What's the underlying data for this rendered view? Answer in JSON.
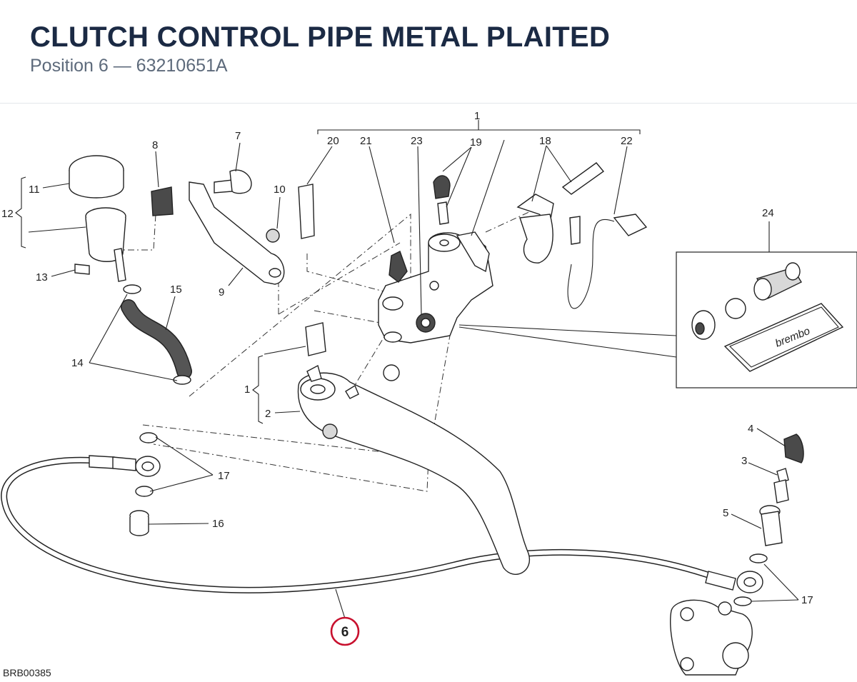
{
  "header": {
    "title": "CLUTCH CONTROL PIPE METAL PLAITED",
    "subtitle": "Position 6 — 63210651A"
  },
  "diagram": {
    "drawing_code": "BRB00385",
    "highlight_position": "6",
    "highlight_color": "#c8102e",
    "brand_logo_text": "brembo",
    "callouts": [
      "1",
      "20",
      "21",
      "23",
      "19",
      "18",
      "22",
      "7",
      "8",
      "10",
      "11",
      "12",
      "13",
      "9",
      "15",
      "14",
      "24",
      "2",
      "1",
      "17",
      "16",
      "4",
      "3",
      "5",
      "17"
    ]
  }
}
